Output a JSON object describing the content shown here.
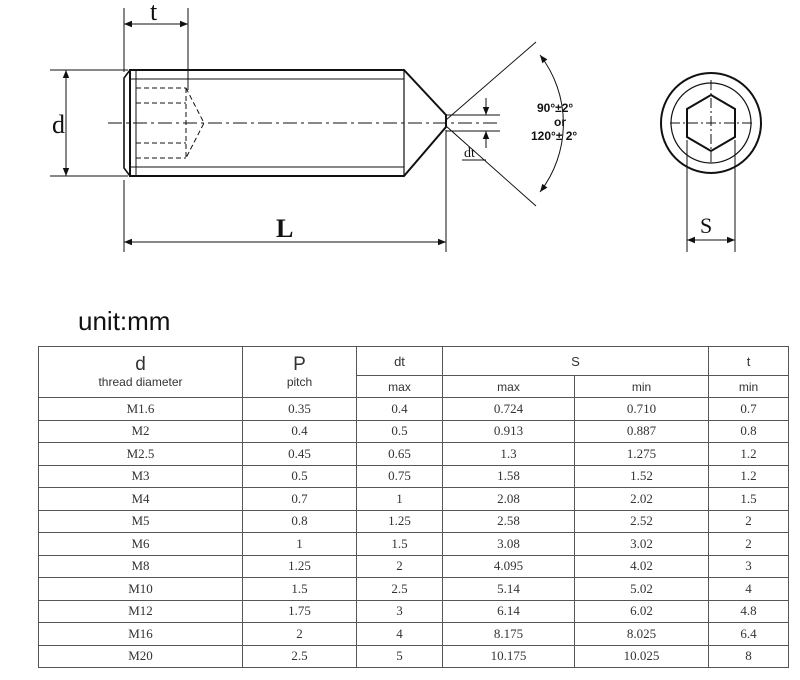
{
  "drawing": {
    "label_t": "t",
    "label_d": "d",
    "label_L": "L",
    "label_dt": "dt",
    "label_s": "S",
    "angle_line1": "90°±2°",
    "angle_line2": "or",
    "angle_line3": "120°± 2°"
  },
  "unit_label": "unit:mm",
  "table": {
    "headers": {
      "d": "d",
      "d_sub": "thread diameter",
      "p": "P",
      "p_sub": "pitch",
      "dt": "dt",
      "s": "S",
      "t": "t",
      "dt_max": "max",
      "s_max": "max",
      "s_min": "min",
      "t_min": "min"
    },
    "rows": [
      [
        "M1.6",
        "0.35",
        "0.4",
        "0.724",
        "0.710",
        "0.7"
      ],
      [
        "M2",
        "0.4",
        "0.5",
        "0.913",
        "0.887",
        "0.8"
      ],
      [
        "M2.5",
        "0.45",
        "0.65",
        "1.3",
        "1.275",
        "1.2"
      ],
      [
        "M3",
        "0.5",
        "0.75",
        "1.58",
        "1.52",
        "1.2"
      ],
      [
        "M4",
        "0.7",
        "1",
        "2.08",
        "2.02",
        "1.5"
      ],
      [
        "M5",
        "0.8",
        "1.25",
        "2.58",
        "2.52",
        "2"
      ],
      [
        "M6",
        "1",
        "1.5",
        "3.08",
        "3.02",
        "2"
      ],
      [
        "M8",
        "1.25",
        "2",
        "4.095",
        "4.02",
        "3"
      ],
      [
        "M10",
        "1.5",
        "2.5",
        "5.14",
        "5.02",
        "4"
      ],
      [
        "M12",
        "1.75",
        "3",
        "6.14",
        "6.02",
        "4.8"
      ],
      [
        "M16",
        "2",
        "4",
        "8.175",
        "8.025",
        "6.4"
      ],
      [
        "M20",
        "2.5",
        "5",
        "10.175",
        "10.025",
        "8"
      ]
    ]
  }
}
